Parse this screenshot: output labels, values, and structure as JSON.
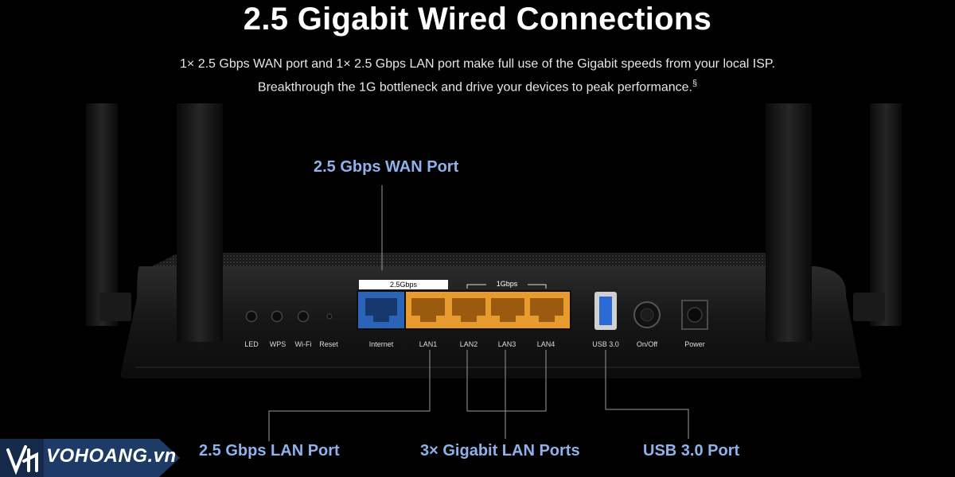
{
  "headline": "2.5 Gigabit Wired Connections",
  "description": {
    "line1": "1× 2.5 Gbps WAN port and 1× 2.5 Gbps LAN port make full use of the Gigabit speeds from your local ISP.",
    "line2": "Breakthrough the 1G bottleneck and drive your devices to peak performance.",
    "footnote_mark": "§"
  },
  "callouts": {
    "wan": "2.5 Gbps WAN Port",
    "lan": "2.5 Gbps LAN Port",
    "gigabit_lan": "3× Gigabit LAN Ports",
    "usb": "USB 3.0 Port"
  },
  "router": {
    "button_labels": [
      "LED",
      "WPS",
      "Wi-Fi",
      "Reset"
    ],
    "group_25g": "2.5Gbps",
    "group_1g": "1Gbps",
    "port_labels": [
      "Internet",
      "LAN1",
      "LAN2",
      "LAN3",
      "LAN4",
      "USB 3.0",
      "On/Off",
      "Power"
    ]
  },
  "colors": {
    "callout": "#8fb2ea",
    "wan_port": "#2a63b8",
    "lan_port": "#e79a2e",
    "background": "#000000"
  },
  "watermark": {
    "text": "VOHOANG.vn",
    "icon": "vohoang-logo-icon"
  }
}
